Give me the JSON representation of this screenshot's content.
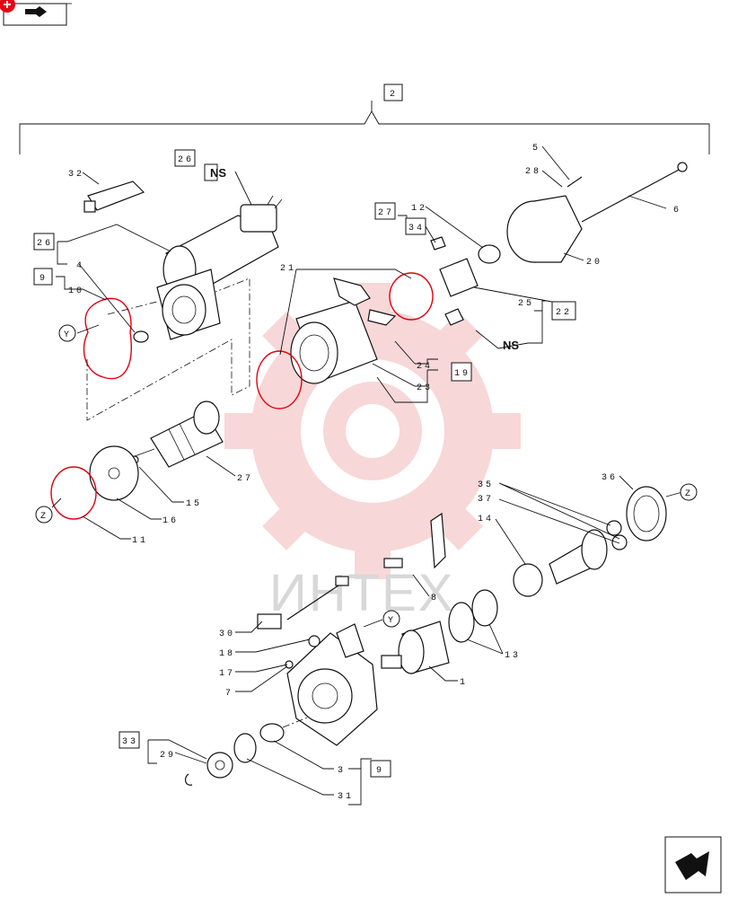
{
  "header": {
    "nav_icon": "hand-arrow-icon",
    "badge_icon": "plus-badge-icon",
    "badge_color": "#e30613"
  },
  "footer": {
    "nav_icon": "next-page-arrow-icon"
  },
  "watermark": {
    "text": "ИНТЕХ",
    "logo": "gear-logo-icon",
    "color": "#f2b8b8"
  },
  "ns_labels": [
    "NS",
    "NS"
  ],
  "callouts": [
    {
      "id": "c2",
      "text": "2"
    },
    {
      "id": "c26",
      "text": "26"
    },
    {
      "id": "c32",
      "text": "32"
    },
    {
      "id": "c26b",
      "text": "26"
    },
    {
      "id": "c4",
      "text": "4"
    },
    {
      "id": "c9",
      "text": "9"
    },
    {
      "id": "c10",
      "text": "10"
    },
    {
      "id": "cY1",
      "text": "Y"
    },
    {
      "id": "c5",
      "text": "5"
    },
    {
      "id": "c28",
      "text": "28"
    },
    {
      "id": "c6",
      "text": "6"
    },
    {
      "id": "c27a",
      "text": "27"
    },
    {
      "id": "c12",
      "text": "12"
    },
    {
      "id": "c34",
      "text": "34"
    },
    {
      "id": "c20",
      "text": "20"
    },
    {
      "id": "c21",
      "text": "21"
    },
    {
      "id": "c25",
      "text": "25"
    },
    {
      "id": "c22",
      "text": "22"
    },
    {
      "id": "c24",
      "text": "24"
    },
    {
      "id": "c19",
      "text": "19"
    },
    {
      "id": "c23",
      "text": "23"
    },
    {
      "id": "c27b",
      "text": "27"
    },
    {
      "id": "c15",
      "text": "15"
    },
    {
      "id": "c16",
      "text": "16"
    },
    {
      "id": "cZ1",
      "text": "Z"
    },
    {
      "id": "c11",
      "text": "11"
    },
    {
      "id": "c35",
      "text": "35"
    },
    {
      "id": "c36",
      "text": "36"
    },
    {
      "id": "cZ2",
      "text": "Z"
    },
    {
      "id": "c37",
      "text": "37"
    },
    {
      "id": "c14",
      "text": "14"
    },
    {
      "id": "c8",
      "text": "8"
    },
    {
      "id": "cY2",
      "text": "Y"
    },
    {
      "id": "c30",
      "text": "30"
    },
    {
      "id": "c18",
      "text": "18"
    },
    {
      "id": "c17",
      "text": "17"
    },
    {
      "id": "c7",
      "text": "7"
    },
    {
      "id": "c13",
      "text": "13"
    },
    {
      "id": "c1",
      "text": "1"
    },
    {
      "id": "c33",
      "text": "33"
    },
    {
      "id": "c29",
      "text": "29"
    },
    {
      "id": "c3",
      "text": "3"
    },
    {
      "id": "c9b",
      "text": "9"
    },
    {
      "id": "c31",
      "text": "31"
    }
  ]
}
